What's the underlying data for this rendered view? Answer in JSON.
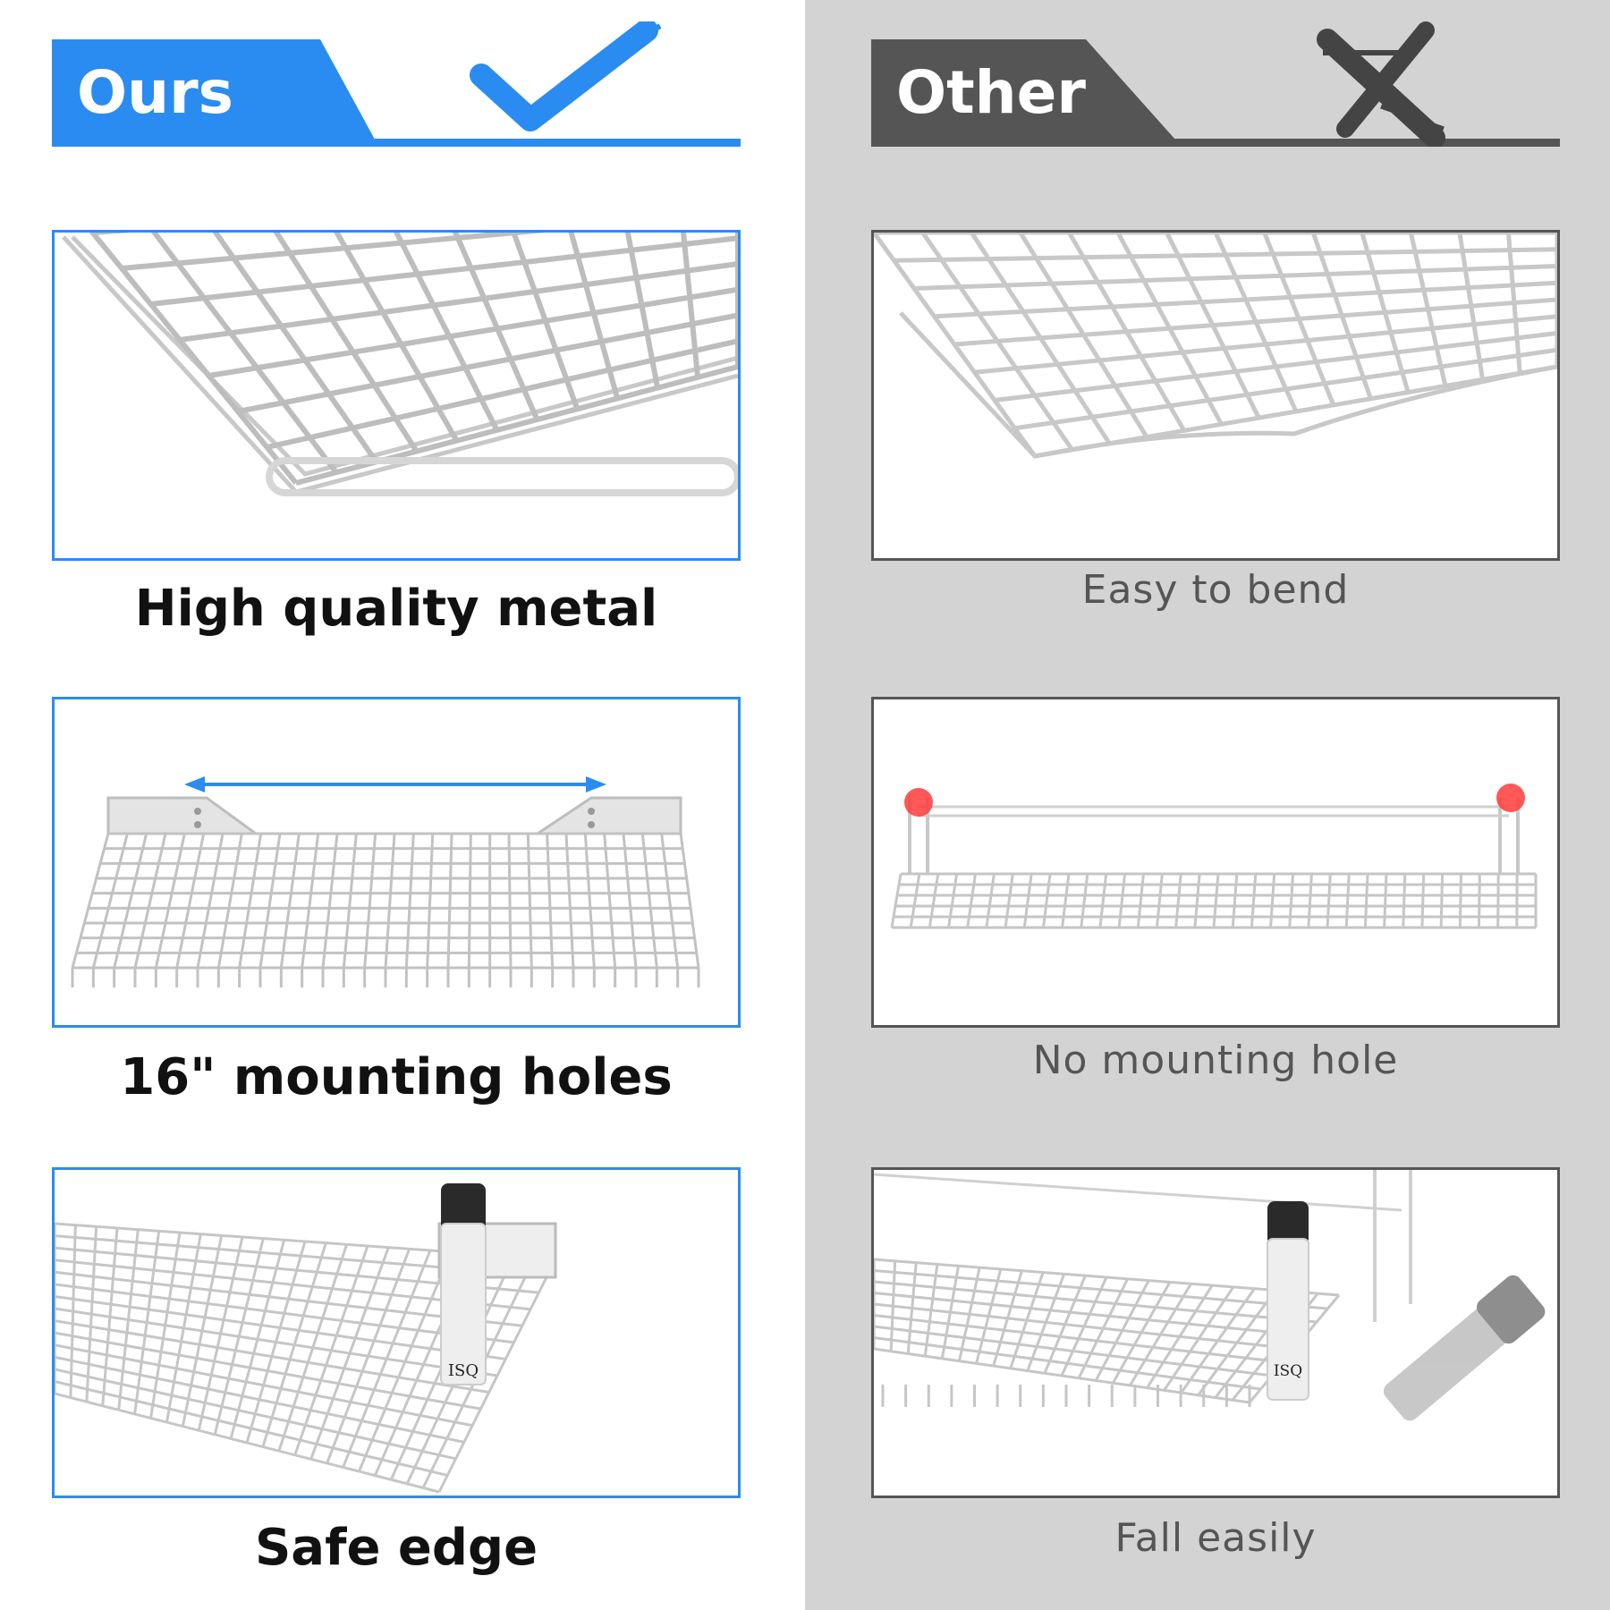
{
  "colors": {
    "ours_accent": "#2a8cf0",
    "other_accent": "#555555",
    "other_bg": "#d3d3d3"
  },
  "left": {
    "title": "Ours",
    "mark_icon": "checkmark-icon",
    "features": [
      {
        "caption": "High quality metal"
      },
      {
        "caption": "16\" mounting holes"
      },
      {
        "caption": "Safe edge"
      }
    ]
  },
  "right": {
    "title": "Other",
    "mark_icon": "cross-icon",
    "features": [
      {
        "caption": "Easy to bend"
      },
      {
        "caption": "No mounting hole"
      },
      {
        "caption": "Fall easily"
      }
    ]
  },
  "bottle_label": "ISQ"
}
